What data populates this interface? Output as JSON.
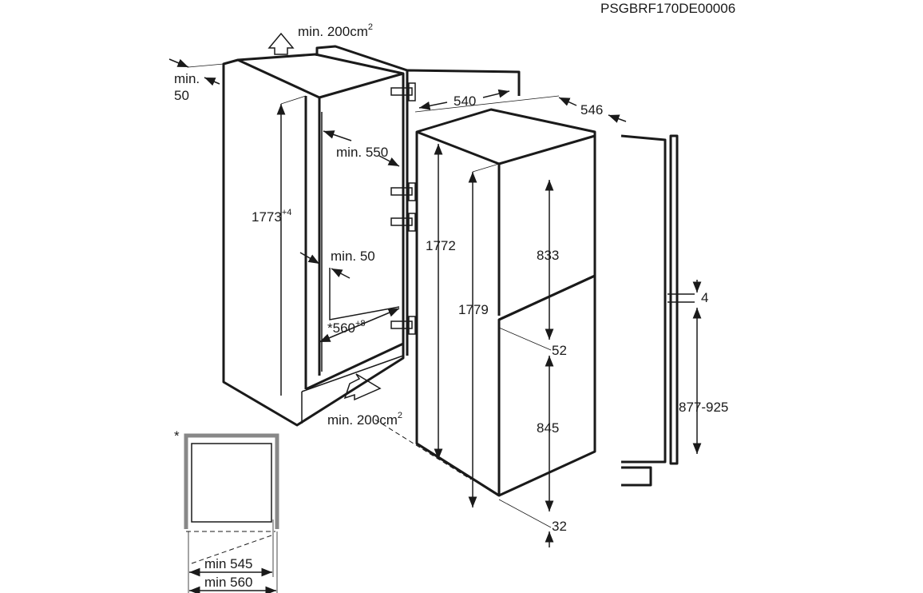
{
  "drawing_code": "PSGBRF170DE00006",
  "labels": {
    "vent_top": "min. 200cm",
    "vent_top_sup": "2",
    "rear_gap_1": "min.",
    "rear_gap_2": "50",
    "min_depth": "min. 550",
    "niche_height": "1773",
    "niche_height_sup": "+4",
    "side_gap": "min. 50",
    "niche_width": "*560",
    "niche_width_sup": "+8",
    "vent_bottom": "min. 200cm",
    "vent_bottom_sup": "2",
    "appliance_width": "540",
    "appliance_depth": "546",
    "appliance_height": "1772",
    "total_height": "1779",
    "upper_door": "833",
    "door_gap": "52",
    "lower_door": "845",
    "bottom_gap": "32",
    "door_offset": "4",
    "door_range": "877-925",
    "footnote_mark": "*",
    "min_545": "min 545",
    "min_560": "min 560"
  }
}
